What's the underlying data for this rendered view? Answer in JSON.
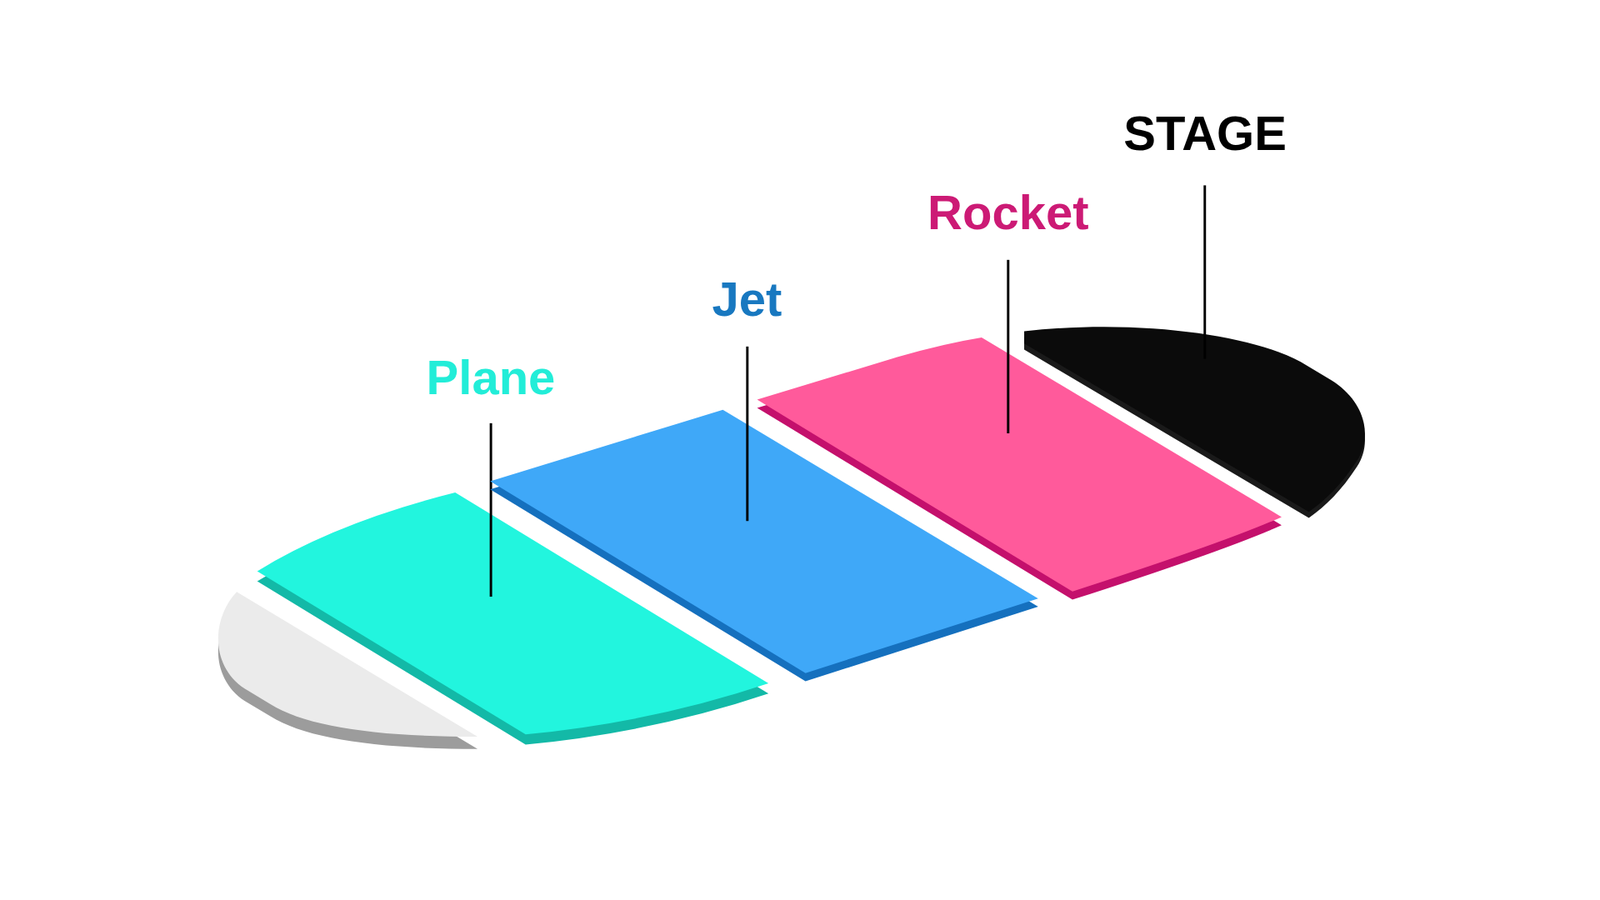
{
  "diagram": {
    "nodes": [
      {
        "text": [
          "Plane"
        ]
      },
      {
        "text": [
          "Jet"
        ]
      },
      {
        "text": [
          "Rocket"
        ]
      },
      {
        "text": [
          "STAGE"
        ]
      }
    ]
  }
}
